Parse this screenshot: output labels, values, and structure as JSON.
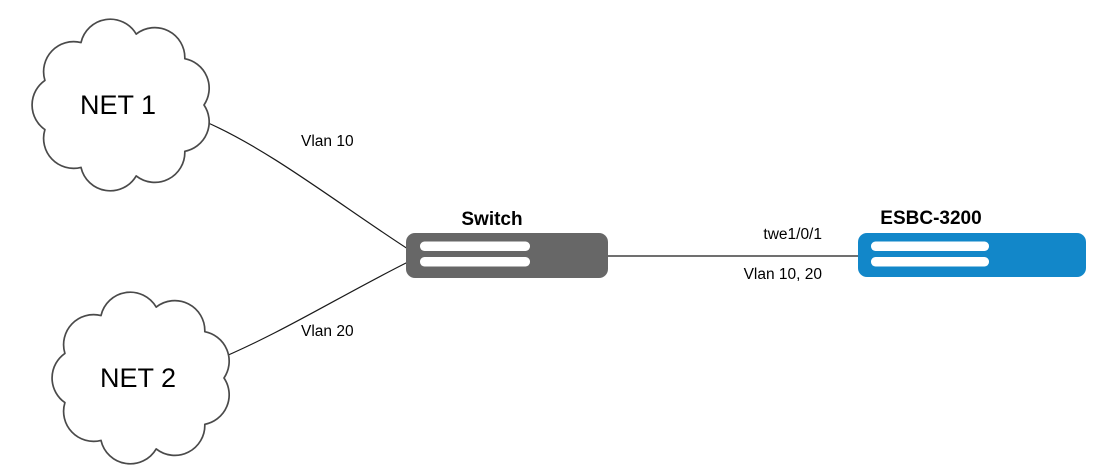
{
  "diagram": {
    "clouds": [
      {
        "label": "NET 1"
      },
      {
        "label": "NET 2"
      }
    ],
    "devices": {
      "switch": {
        "label": "Switch",
        "color": "#676767"
      },
      "esbc": {
        "label": "ESBC-3200",
        "color": "#1287c9"
      }
    },
    "links": {
      "net1_switch": {
        "label": "Vlan 10"
      },
      "net2_switch": {
        "label": "Vlan 20"
      },
      "switch_esbc": {
        "label_top": "twe1/0/1",
        "label_bottom": "Vlan 10, 20"
      }
    }
  }
}
